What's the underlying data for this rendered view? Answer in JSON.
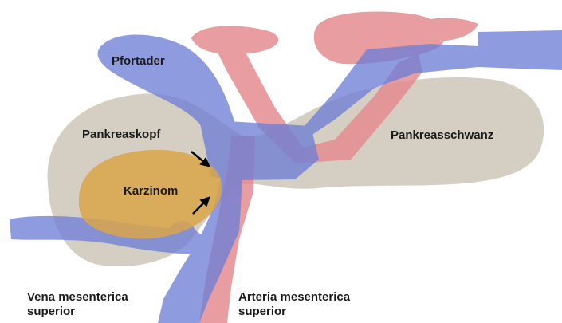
{
  "figure": {
    "labels": {
      "pfortader": "Pfortader",
      "pankreaskopf": "Pankreaskopf",
      "pankreasschwanz": "Pankreasschwanz",
      "karzinom": "Karzinom",
      "vena_line1": "Vena mesenterica",
      "vena_line2": "superior",
      "arteria_line1": "Arteria mesenterica",
      "arteria_line2": "superior"
    },
    "colors": {
      "pancreas": "#cfc9bc",
      "vein": "#6f7fd6",
      "artery": "#e48c90",
      "carcinoma": "#d9a64a",
      "arrow": "#000000"
    }
  }
}
